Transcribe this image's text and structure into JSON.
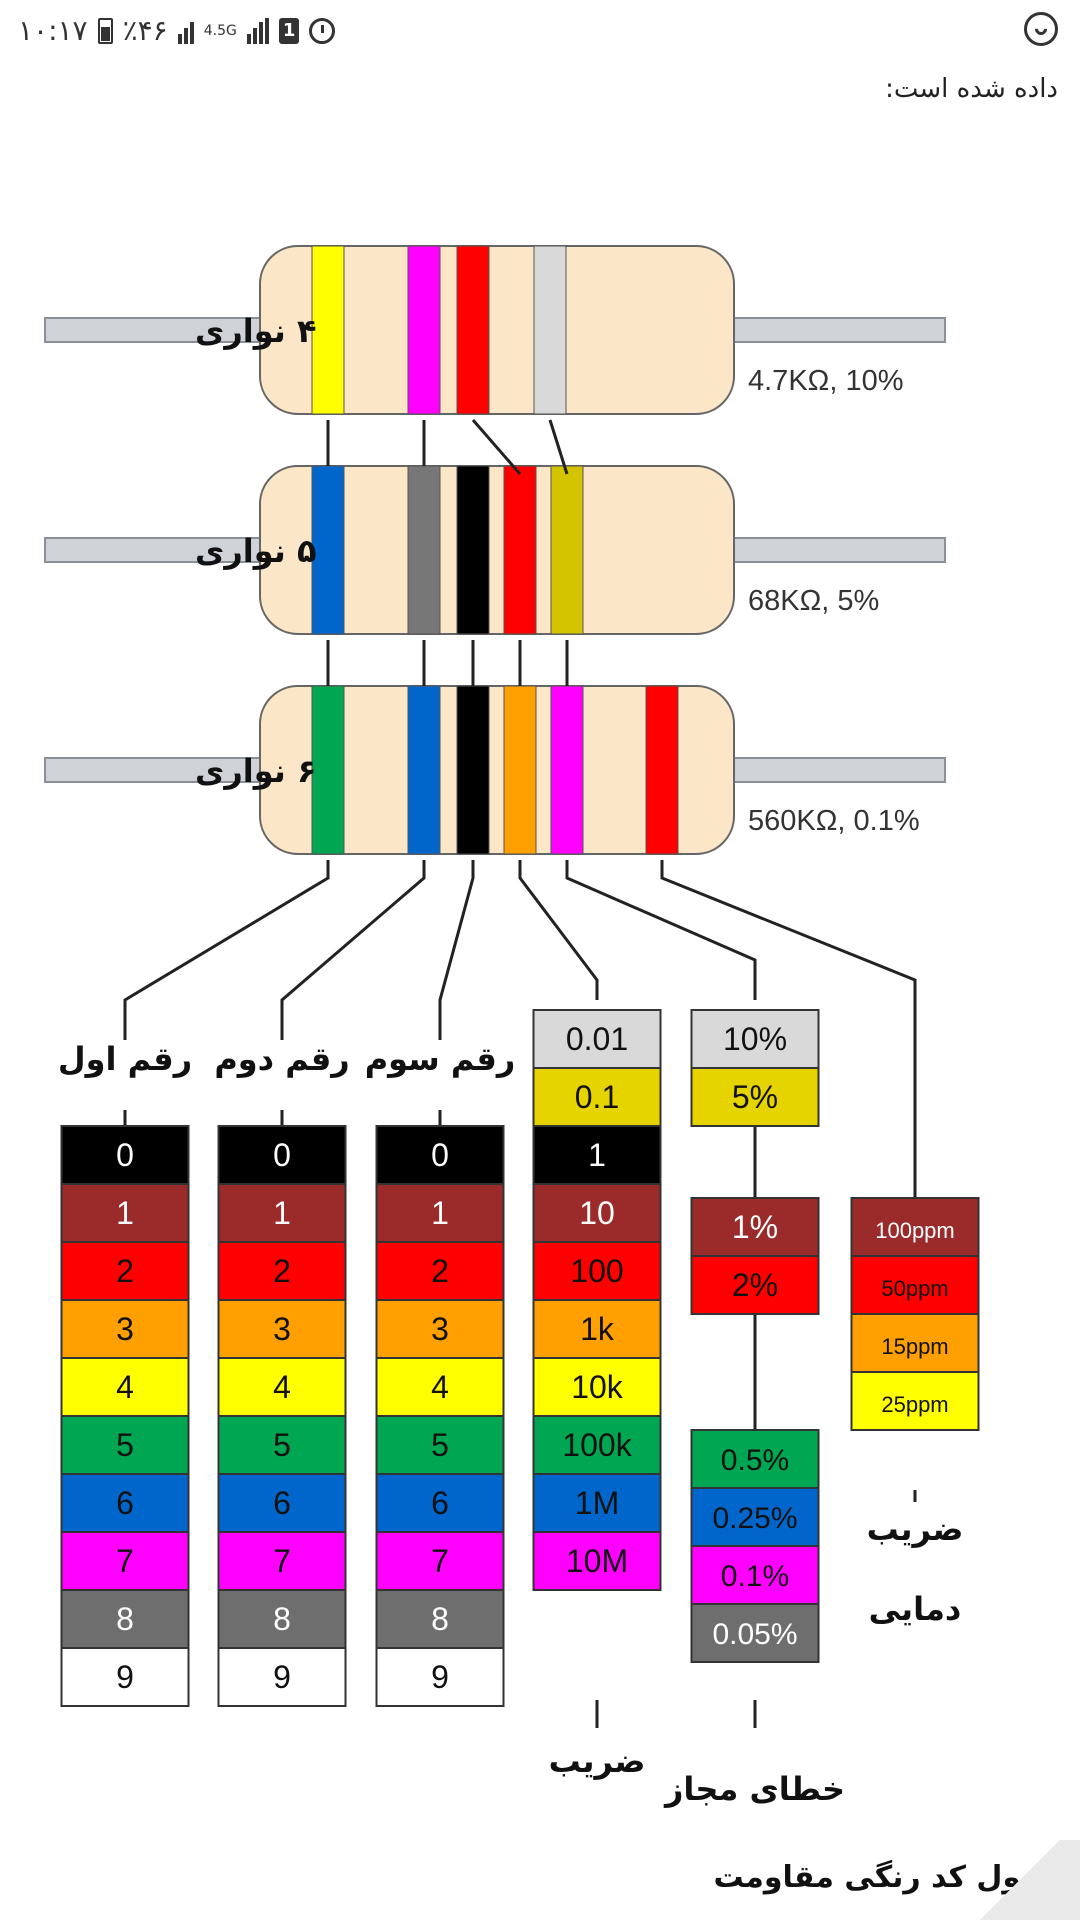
{
  "status_bar": {
    "time": "۱۰:۱۷",
    "battery": "٪۴۶",
    "network": "4.5G",
    "sim": "1"
  },
  "article": {
    "intro_text": "داده شده است:",
    "caption": "جدول کد رنگی مقاومت"
  },
  "resistors": [
    {
      "label": "۴ نواری",
      "value": "4.7KΩ, 10%",
      "bands": [
        "#ffff00",
        "#ff00ff",
        "#ff0000",
        "#d9d9d9"
      ]
    },
    {
      "label": "۵ نواری",
      "value": "68KΩ, 5%",
      "bands": [
        "#0066cc",
        "#777777",
        "#000000",
        "#ff0000",
        "#d4c400"
      ]
    },
    {
      "label": "۶ نواری",
      "value": "560KΩ, 0.1%",
      "bands": [
        "#00a651",
        "#0066cc",
        "#000000",
        "#ffa000",
        "#ff00ff",
        "#ff0000"
      ]
    }
  ],
  "columns": {
    "first_digit": "رقم اول",
    "second_digit": "رقم دوم",
    "third_digit": "رقم سوم",
    "multiplier": "ضریب",
    "tolerance": "خطای مجاز",
    "temp_coeff_line1": "ضریب",
    "temp_coeff_line2": "دمایی"
  },
  "colors": {
    "black": "#000000",
    "brown": "#9b2b2b",
    "red": "#ff0000",
    "orange": "#ffa000",
    "yellow": "#ffff00",
    "green": "#00a651",
    "blue": "#0066cc",
    "violet": "#ff00ff",
    "gray": "#6e6e6e",
    "white": "#ffffff",
    "gold": "#e6d400",
    "silver": "#d9d9d9"
  },
  "digits": [
    "0",
    "1",
    "2",
    "3",
    "4",
    "5",
    "6",
    "7",
    "8",
    "9"
  ],
  "multiplier_values": [
    "0.01",
    "0.1",
    "1",
    "10",
    "100",
    "1k",
    "10k",
    "100k",
    "1M",
    "10M"
  ],
  "tolerance_values": [
    "10%",
    "5%",
    "1%",
    "2%",
    "0.5%",
    "0.25%",
    "0.1%",
    "0.05%"
  ],
  "tempco_values": [
    "100ppm",
    "50ppm",
    "15ppm",
    "25ppm"
  ]
}
